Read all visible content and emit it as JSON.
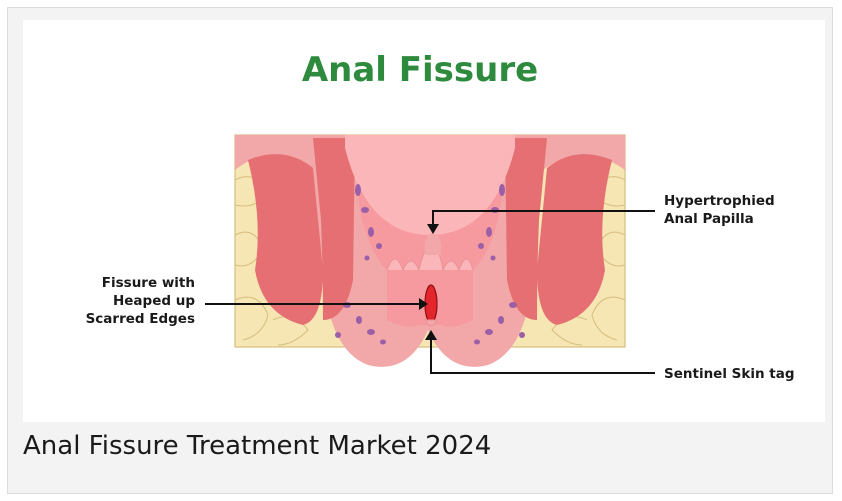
{
  "figure": {
    "title": "Anal Fissure",
    "labels": {
      "papilla_line1": "Hypertrophied",
      "papilla_line2": "Anal Papilla",
      "fissure_line1": "Fissure with",
      "fissure_line2": "Heaped up",
      "fissure_line3": "Scarred Edges",
      "skin_tag": "Sentinel Skin tag"
    }
  },
  "caption": "Anal Fissure Treatment Market 2024",
  "colors": {
    "title_green": "#2e8b3e",
    "fat": "#f5e6b4",
    "tissue_pink": "#f2a7a8",
    "muscle": "#e56f72",
    "lumen": "#f69aa0",
    "fissure_red": "#e3262b"
  }
}
